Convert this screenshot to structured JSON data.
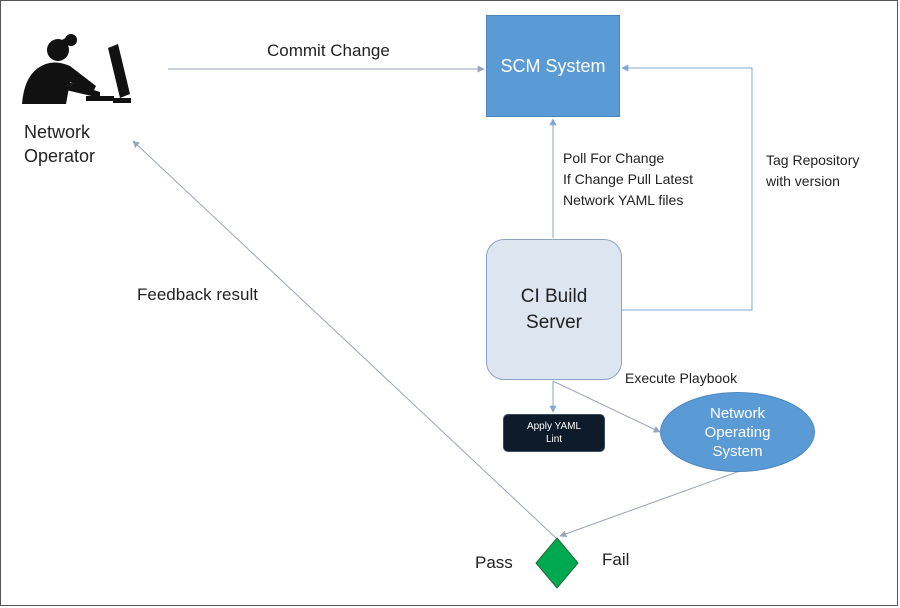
{
  "operator": {
    "line1": "Network",
    "line2": "Operator",
    "icon": "person-at-computer-icon"
  },
  "scm": {
    "label": "SCM System"
  },
  "ci": {
    "line1": "CI Build",
    "line2": "Server"
  },
  "lint": {
    "line1": "Apply YAML",
    "line2": "Lint"
  },
  "nos": {
    "line1": "Network",
    "line2": "Operating",
    "line3": "System"
  },
  "edges": {
    "commit": "Commit Change",
    "poll_line1": "Poll For Change",
    "poll_line2": "If Change Pull Latest",
    "poll_line3": "Network YAML files",
    "tag_line1": "Tag Repository",
    "tag_line2": "with version",
    "feedback": "Feedback result",
    "execute": "Execute Playbook"
  },
  "decision": {
    "pass": "Pass",
    "fail": "Fail"
  },
  "colors": {
    "box_blue": "#5b9bd5",
    "ci_fill": "#dde5f1",
    "lint_fill": "#0d1b2a",
    "decision_green": "#00a94f",
    "arrow_blue": "#7fa7d4",
    "arrow_gray": "#9aa5b8"
  }
}
